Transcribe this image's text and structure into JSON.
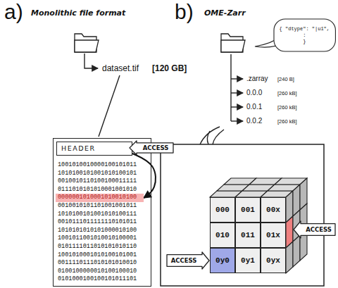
{
  "diagram": {
    "nodes": [
      {
        "text": [
          "1001010010000100101011",
          "1010100101001010100101",
          "0010010110100100011111",
          "0111010101010001001010",
          "0010010101101001001011",
          "1010100101001010100111",
          "0010111011111110101011",
          "1010101010101000010100",
          "1001011001010010100001",
          "0101111011010101010110",
          "1001010001010100101001",
          "0011110111010101010010",
          "0100100000010100100010",
          "0101000100100101011101"
        ]
      },
      {
        "text": [
          "HEADER"
        ],
        "in": 0
      },
      {
        "text": [
          "ACCESS"
        ]
      },
      {
        "text": [
          "0000001010001010010100"
        ],
        "in": 0
      },
      {
        "text": [
          "{ \"dtype\": \"|u1\",",
          ":",
          "}"
        ]
      },
      {
        "text": [
          "000"
        ]
      },
      {
        "text": [
          "001"
        ]
      },
      {
        "text": [
          "00x"
        ]
      },
      {
        "text": [
          "010"
        ]
      },
      {
        "text": [
          "011"
        ]
      },
      {
        "text": [
          "01x"
        ]
      },
      {
        "text": [
          "0y0"
        ]
      },
      {
        "text": [
          "0y1"
        ]
      },
      {
        "text": [
          "0yx"
        ]
      },
      {
        "text": [
          "ACCESS"
        ]
      },
      {
        "text": [
          "ACCESS"
        ]
      }
    ],
    "edges": [
      {
        "from": 1,
        "to": 3,
        "arrow": "to"
      }
    ],
    "labels": [
      "a)",
      "Monolithic file format",
      "b)",
      "OME-Zarr",
      "dataset.tif",
      "[120 GB]",
      ".zarray",
      "[240 B]",
      "0.0.0",
      "[260 kB]",
      "0.0.1",
      "[260 kB]",
      "0.0.2",
      "[260 kB]"
    ]
  }
}
